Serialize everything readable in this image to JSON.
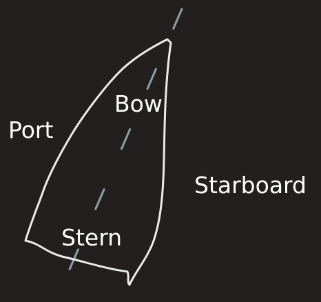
{
  "labels": {
    "bow": "Bow",
    "port": "Port",
    "starboard": "Starboard",
    "stern": "Stern"
  },
  "colors": {
    "background": "#231f1e",
    "hull_outline": "#ebebeb",
    "centerline": "#8d9fa8",
    "text": "#ffffff"
  },
  "elements": {
    "hull": "boat-hull-outline",
    "centerline": "dashed-centerline"
  }
}
